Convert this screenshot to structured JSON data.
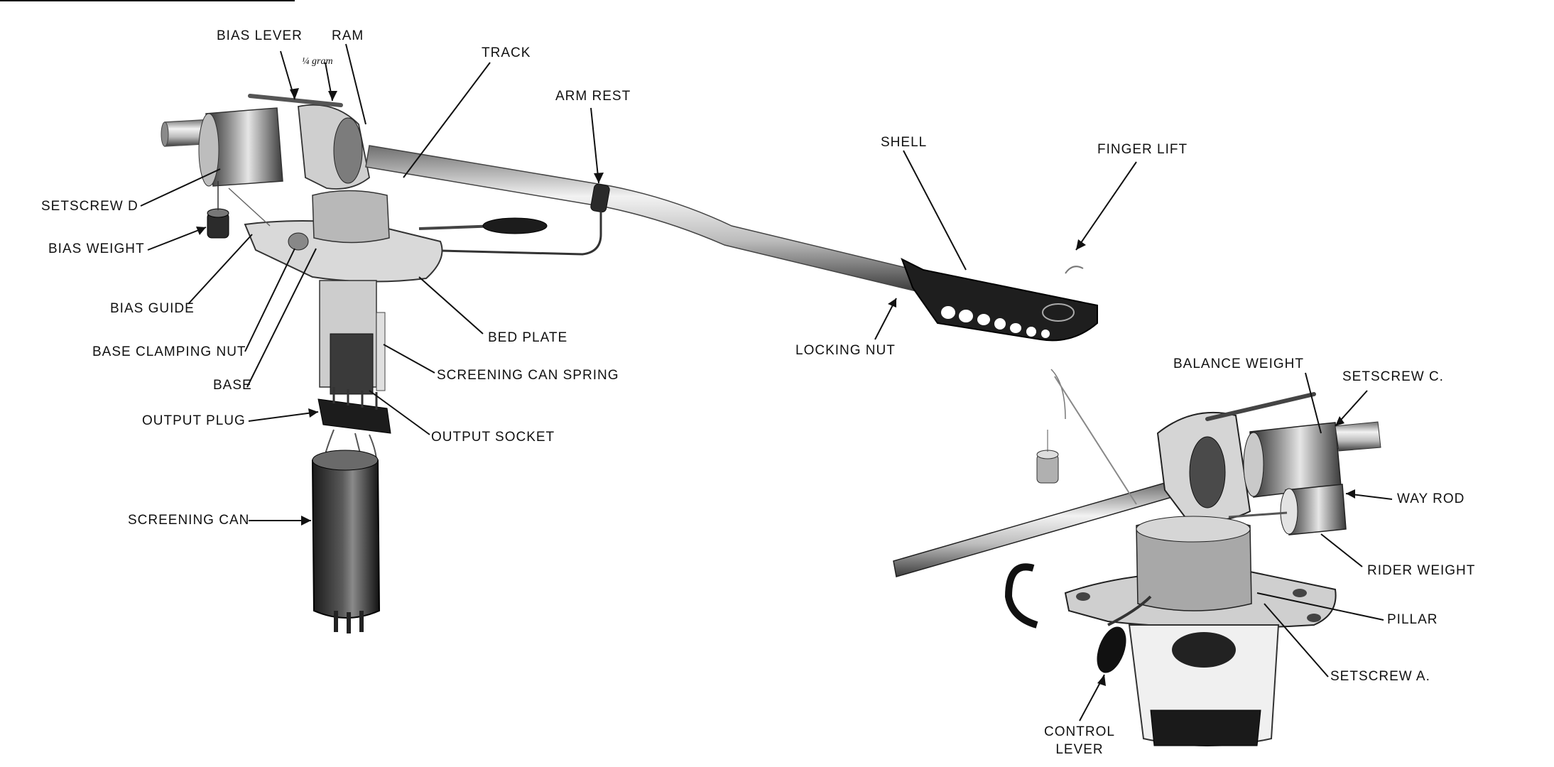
{
  "labels": {
    "bias_lever": "BIAS LEVER",
    "ram": "RAM",
    "quarter_gram": "¼ gram",
    "track": "TRACK",
    "arm_rest": "ARM REST",
    "shell": "SHELL",
    "finger_lift": "FINGER LIFT",
    "setscrew_d": "SETSCREW   D",
    "bias_weight": "BIAS WEIGHT",
    "bias_guide": "BIAS GUIDE",
    "base_clamping_nut": "BASE CLAMPING NUT",
    "base": "BASE",
    "bed_plate": "BED PLATE",
    "screening_can_spring": "SCREENING CAN SPRING",
    "locking_nut": "LOCKING NUT",
    "output_plug": "OUTPUT PLUG",
    "output_socket": "OUTPUT SOCKET",
    "screening_can": "SCREENING CAN",
    "balance_weight": "BALANCE WEIGHT",
    "setscrew_c": "SETSCREW C.",
    "way_rod": "WAY ROD",
    "rider_weight": "RIDER WEIGHT",
    "pillar": "PILLAR",
    "setscrew_a": "SETSCREW   A.",
    "control_lever_1": "CONTROL",
    "control_lever_2": "LEVER"
  },
  "colors": {
    "ink": "#111111",
    "metal_light": "#d9d9d9",
    "metal_mid": "#9a9a9a",
    "metal_dark": "#2a2a2a"
  }
}
